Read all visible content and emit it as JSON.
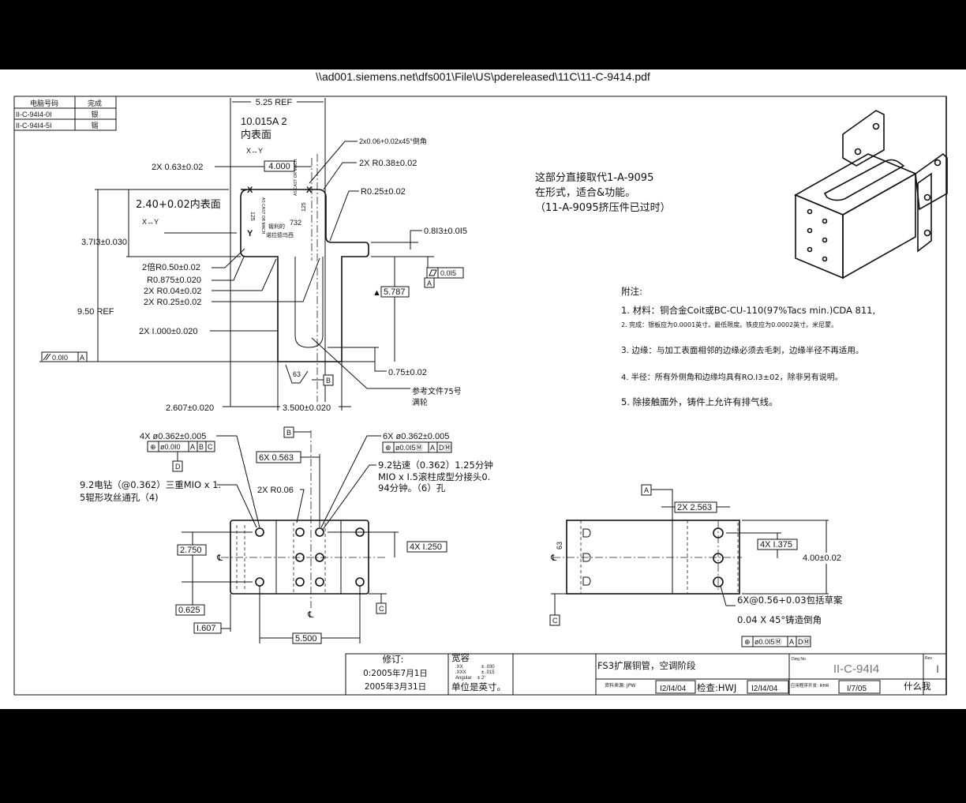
{
  "window": {
    "path": "\\\\ad001.siemens.net\\dfs001\\File\\US\\pdereleased\\11C\\11-C-9414.pdf"
  },
  "part_table": {
    "headers": [
      "电脑号码",
      "完成"
    ],
    "rows": [
      [
        "II-C-94I4-0I",
        "银"
      ],
      [
        "II-C-94I4-5I",
        "锡"
      ]
    ]
  },
  "front_view": {
    "ref_width": "5.25 REF",
    "surface_note_1": "10.015A 2",
    "surface_note_2": "内表面",
    "xy_1": "X↔Y",
    "xy_2": "X↔Y",
    "dim_063": "2X 0.63±0.02",
    "dim_4000": "4.000",
    "inner_surface": "2.40+0.02内表面",
    "dim_3713": "3.7I3±0.030",
    "dim_950": "9.50 REF",
    "parallel_tol": "0.0I0",
    "parallel_datum": "A",
    "r050": "2倍R0.50±0.02",
    "r0875": "R0.875±0.020",
    "r004": "2X R0.04±0.02",
    "r025a": "2X R0.25±0.02",
    "dim_1000": "2X I.000±0.020",
    "chamfer": "2x0.06+0.02x45°倒角",
    "r038": "2X R0.38±0.02",
    "r025b": "R0.25±0.02",
    "dim_0813": "0.8I3±0.0I5",
    "flat_tol": "0.0I5",
    "flat_datum": "A",
    "dim_5787": "5.787",
    "dim_075": "0.75±0.02",
    "ref_note_1": "参考文件75号",
    "ref_note_2": "满轮",
    "dim_2607": "2.607±0.020",
    "dim_3500": "3.500±0.020",
    "finish_63": "63",
    "datum_b": "B",
    "mark_x1": "X",
    "mark_y1": "Y",
    "mark_x2": "X",
    "finish_125a": "125",
    "finish_125b": "125",
    "cast_a": "AS CAST OR MACH.",
    "cast_b": "AS CAST OR MACH.",
    "dim_732": "732",
    "sharp_1": "锻利的",
    "sharp_2": "诺拉德乌西"
  },
  "bottom_view": {
    "holes_4x": "4X ø0.362±0.005",
    "fcf_left": [
      "⊕",
      "ø0.0I0",
      "A",
      "B",
      "C"
    ],
    "datum_d": "D",
    "tap_note_1": "9.2电钻（@0.362）三重MIO x 1.",
    "tap_note_2": "5辊形攻丝通孔（4)",
    "datum_b": "B",
    "dim_0563": "6X 0.563",
    "r006": "2X R0.06",
    "holes_6x": "6X ø0.362±0.005",
    "fcf_right": [
      "⊕",
      "ø0.0I5Ⓜ",
      "A",
      "DⓂ"
    ],
    "drill_note_1": "9.2钻速（0.362）1.25分钟",
    "drill_note_2": "MIO x I.5滚柱成型分接头0.",
    "drill_note_3": "94分钟。（6）孔",
    "dim_2750": "2.750",
    "dim_1250": "4X I.250",
    "datum_c": "C",
    "dim_0625": "0.625",
    "dim_1607": "I.607",
    "dim_5500": "5.500",
    "cl_a": "℄",
    "cl_b": "℄"
  },
  "side_view": {
    "datum_a": "A",
    "dim_2563": "2X 2.563",
    "dim_1375": "4X I.375",
    "dim_400": "4.00±0.02",
    "hole_note": "6X@0.56+0.03包括草案",
    "chamfer_note": "0.04 X 45°铸造倒角",
    "fcf": [
      "⊕",
      "ø0.0I5Ⓜ",
      "A",
      "DⓂ"
    ],
    "datum_c": "C",
    "finish_63": "63",
    "cl": "℄"
  },
  "replacement_note": [
    "这部分直接取代1-A-9095",
    "在形式，适合&功能。",
    "（11-A-9095挤压件已过时）"
  ],
  "notes": {
    "title": "附注:",
    "items": [
      "1. 材料：铜合金Coit或BC-CU-110(97%Tacs min.)CDA 811,",
      "2. 完成：银板应为0.0001英寸。最低限度。铁皮应为0.0002英寸。米尼蒙。",
      "3. 边缘：与加工表面相邻的边缘必须去毛刺，边缘半径不再适用。",
      "4. 半径：所有外侧角和边缘均具有RO.I3±02，除非另有说明。",
      "5. 除接触面外，铸件上允许有排气线。"
    ]
  },
  "title_block": {
    "revision_label": "修订:",
    "revision_1": "0:2005年7月1日",
    "revision_2": "2005年3月31日",
    "tolerance_label": "宽容",
    "tol_xx": ".XX",
    "tol_xx_val": "± .030",
    "tol_xxx": ".XXX",
    "tol_xxx_val": "± .015",
    "tol_ang": "Angular",
    "tol_ang_val": "± 2°",
    "units": "单位是英寸。",
    "title": "FS3扩展铜管，空调阶段",
    "dwg_no_label": "Dwg No",
    "dwg_no": "II-C-94I4",
    "rev_label": "Rev",
    "rev": "I",
    "source": "资料来源: JPW",
    "date_1": "I2/I4/04",
    "check": "检查:HWJ",
    "date_2": "I2/I4/04",
    "app_dev": "应用程序开发: RHR",
    "date_3": "I/7/05",
    "what": "什么我"
  }
}
